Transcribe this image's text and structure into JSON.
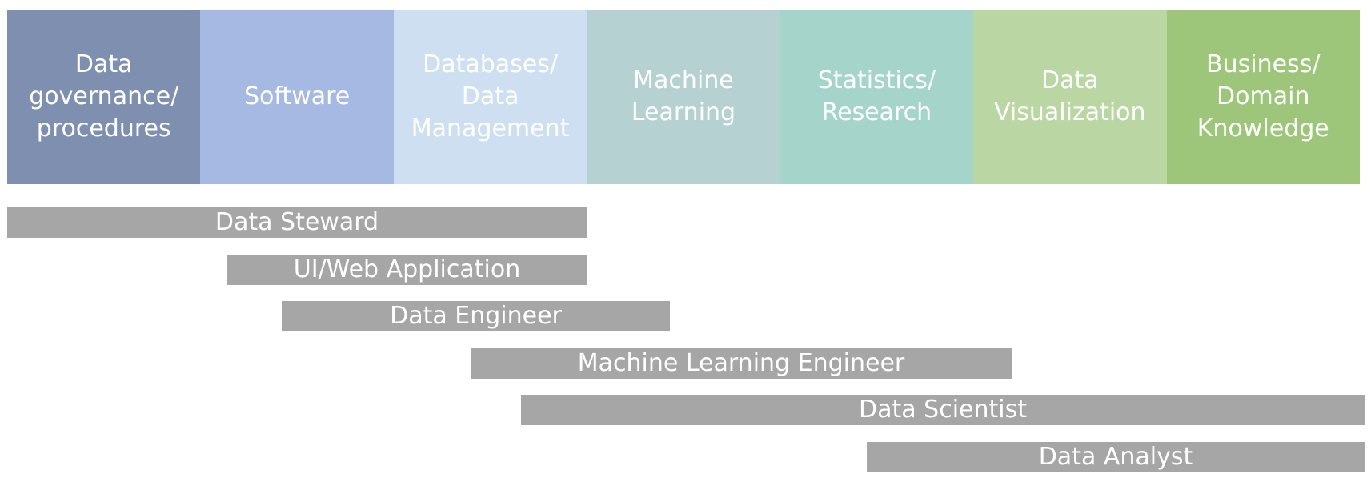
{
  "domains": [
    {
      "label": "Data\ngovernance/\nprocedures",
      "color": "#7f8fb0"
    },
    {
      "label": "Software",
      "color": "#a6b9e2"
    },
    {
      "label": "Databases/\nData\nManagement",
      "color": "#cddff0"
    },
    {
      "label": "Machine\nLearning",
      "color": "#b5d1d1"
    },
    {
      "label": "Statistics/\nResearch",
      "color": "#a5d4cb"
    },
    {
      "label": "Data\nVisualization",
      "color": "#b9d6a3"
    },
    {
      "label": "Business/\nDomain\nKnowledge",
      "color": "#9dc67b"
    }
  ],
  "roles": [
    {
      "label": "Data Steward",
      "start": 0.0,
      "end": 3.0
    },
    {
      "label": "UI/Web Application",
      "start": 1.14,
      "end": 3.0
    },
    {
      "label": "Data Engineer",
      "start": 1.42,
      "end": 3.43
    },
    {
      "label": "Machine Learning Engineer",
      "start": 2.4,
      "end": 5.2
    },
    {
      "label": "Data Scientist",
      "start": 2.66,
      "end": 7.0
    },
    {
      "label": "Data Analyst",
      "start": 4.45,
      "end": 7.0
    }
  ],
  "colors": {
    "role_bar": "#a6a6a6",
    "text": "#ffffff"
  }
}
